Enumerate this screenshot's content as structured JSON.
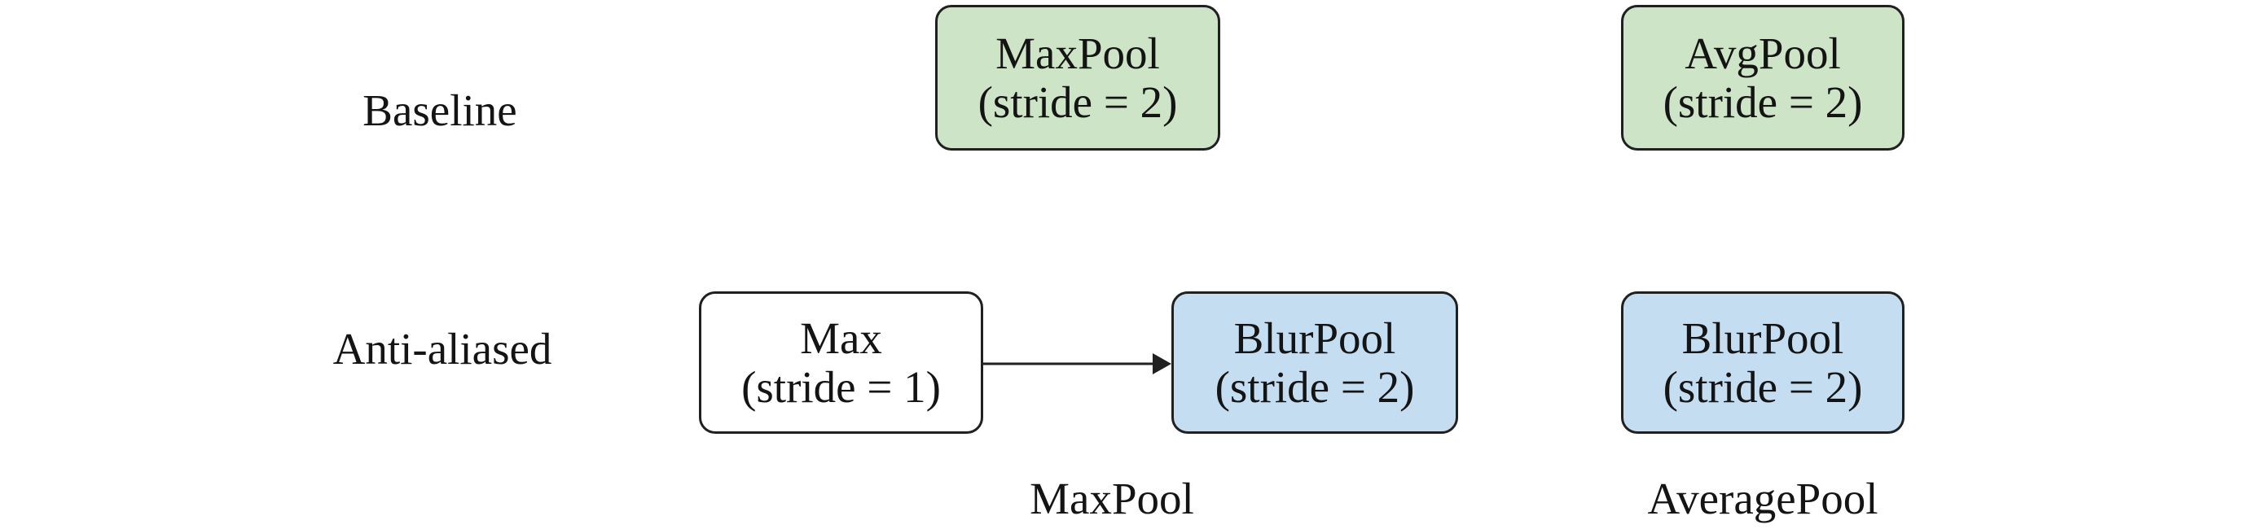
{
  "diagram": {
    "row_labels": {
      "baseline": "Baseline",
      "anti_aliased": "Anti-aliased"
    },
    "nodes": {
      "baseline_maxpool": {
        "line1": "MaxPool",
        "line2": "(stride = 2)",
        "fill": "#cde4c6"
      },
      "baseline_avgpool": {
        "line1": "AvgPool",
        "line2": "(stride = 2)",
        "fill": "#cde4c6"
      },
      "antialiased_max": {
        "line1": "Max",
        "line2": "(stride = 1)",
        "fill": "#ffffff"
      },
      "antialiased_blurpool_left": {
        "line1": "BlurPool",
        "line2": "(stride = 2)",
        "fill": "#c5ddf1"
      },
      "antialiased_blurpool_right": {
        "line1": "BlurPool",
        "line2": "(stride = 2)",
        "fill": "#c5ddf1"
      }
    },
    "arrow": {
      "from": "Max (stride = 1)",
      "to": "BlurPool (stride = 2)",
      "direction": "right"
    },
    "column_labels": {
      "left": "MaxPool",
      "right": "AveragePool"
    },
    "colors": {
      "baseline_node_fill": "#cde4c6",
      "antialiased_node_fill": "#c5ddf1",
      "plain_node_fill": "#ffffff",
      "node_border": "#202020",
      "text": "#141414",
      "background": "#ffffff"
    }
  }
}
